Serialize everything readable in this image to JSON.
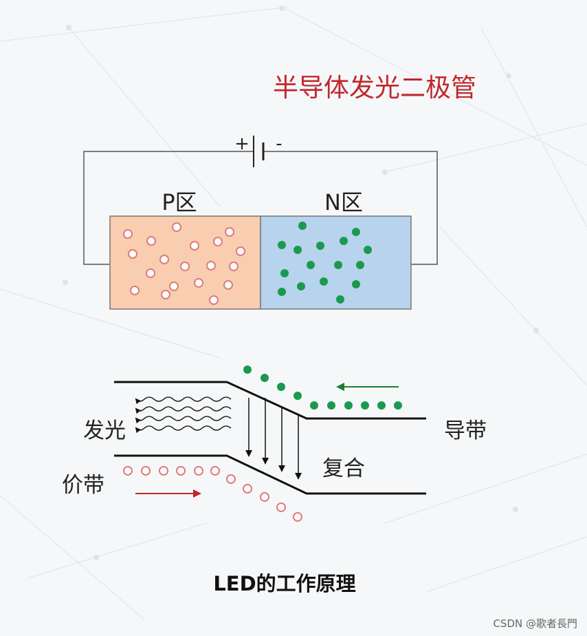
{
  "title": "半导体发光二极管",
  "battery": {
    "plus": "+",
    "minus": "-"
  },
  "regions": {
    "p_label": "P区",
    "n_label": "N区"
  },
  "band": {
    "conduction_label": "导带",
    "valence_label": "价带",
    "emit_label": "发光",
    "recombine_label": "复合"
  },
  "caption": "LED的工作原理",
  "watermark": "CSDN @歌者長門",
  "colors": {
    "title": "#c0272d",
    "p_region": "#f8cdb0",
    "n_region": "#b7d3ee",
    "hole": "#e07a7a",
    "electron": "#1a9a4f",
    "hole_arrow": "#c0272d",
    "electron_arrow": "#1a7f2f",
    "line": "#222222"
  }
}
